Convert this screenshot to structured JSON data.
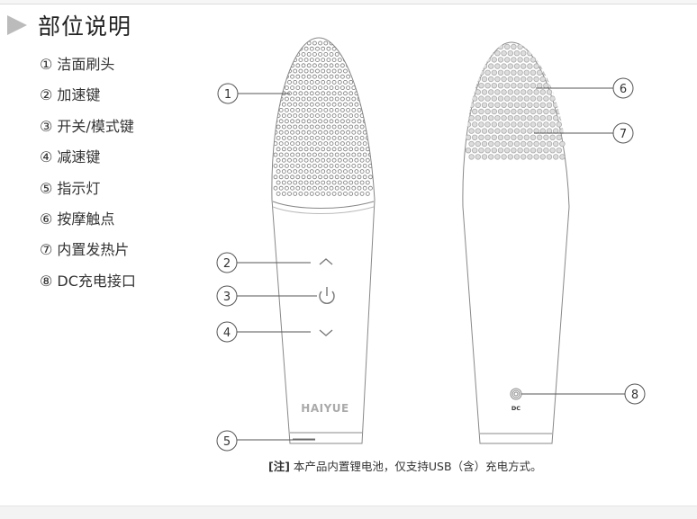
{
  "section_title": "部位说明",
  "parts": [
    "① 洁面刷头",
    "② 加速键",
    "③ 开关/模式键",
    "④ 减速键",
    "⑤ 指示灯",
    "⑥ 按摩触点",
    "⑦ 内置发热片",
    "⑧ DC充电接口"
  ],
  "callouts": [
    "1",
    "2",
    "3",
    "4",
    "5",
    "6",
    "7",
    "8"
  ],
  "brand": "HAIYUE",
  "dc_label": "DC",
  "note": {
    "tag": "[注]",
    "text": " 本产品内置锂电池，仅支持USB（含）充电方式。"
  }
}
